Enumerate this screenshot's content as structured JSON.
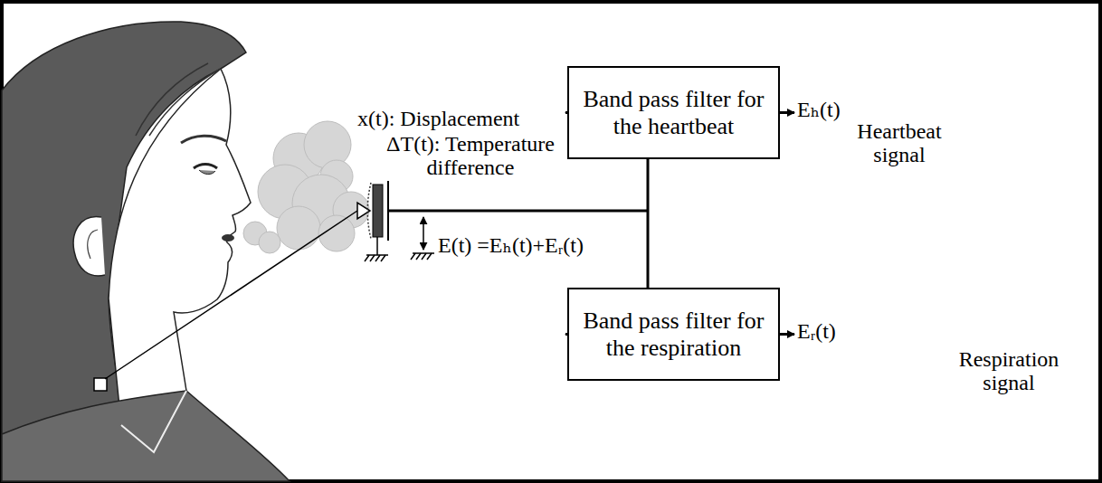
{
  "diagram": {
    "nodes": [
      {
        "text": [
          "Band pass filter for the heartbeat"
        ]
      },
      {
        "text": [
          "Band pass filter for the respiration"
        ]
      }
    ],
    "labels": [
      "x(t): Displacement",
      "ΔT(t): Temperature difference",
      "E(t) =Eₕ(t)+Eᵣ(t)",
      "Eₕ(t)",
      "Heartbeat signal",
      "Eᵣ(t)",
      "Respiration signal"
    ]
  }
}
